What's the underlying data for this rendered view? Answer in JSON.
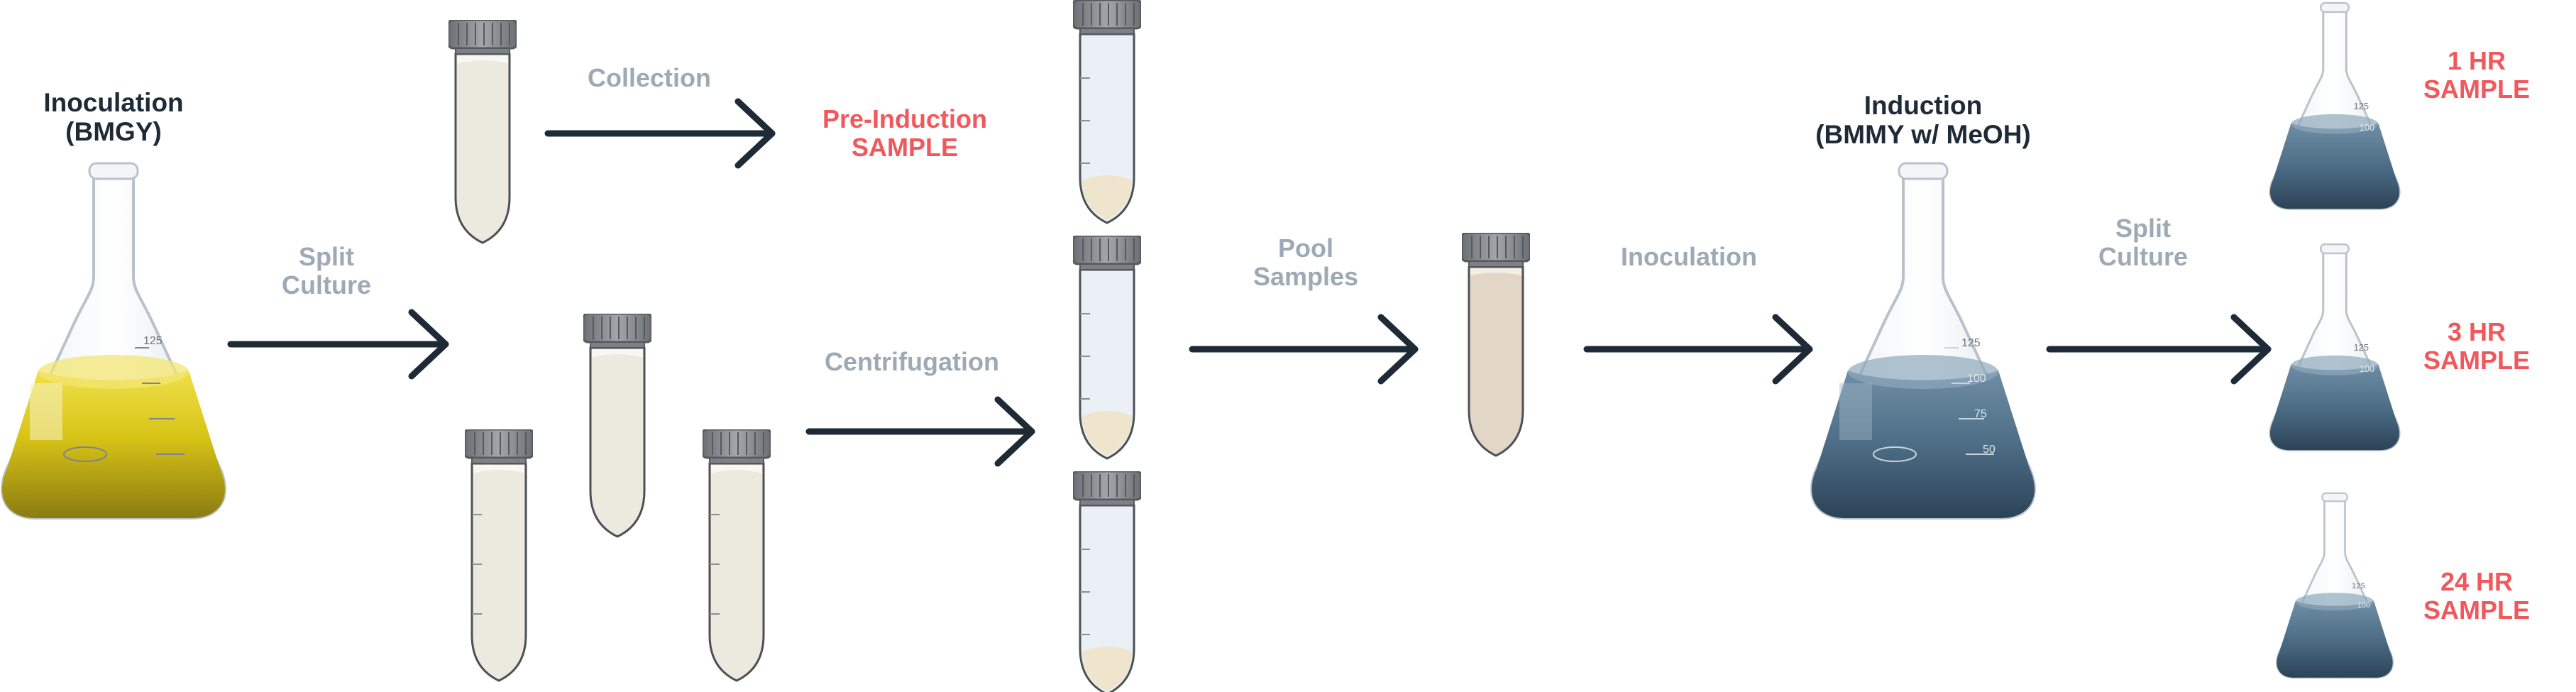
{
  "labels": {
    "inoculation_bmgy": "Inoculation\n(BMGY)",
    "split_culture_1": "Split\nCulture",
    "collection": "Collection",
    "pre_induction_sample": "Pre-Induction\nSAMPLE",
    "centrifugation": "Centrifugation",
    "pool_samples": "Pool\nSamples",
    "inoculation_2": "Inoculation",
    "induction": "Induction\n(BMMY w/ MeOH)",
    "split_culture_2": "Split\nCulture",
    "sample_1hr": "1 HR\nSAMPLE",
    "sample_3hr": "3 HR\nSAMPLE",
    "sample_24hr": "24 HR\nSAMPLE"
  },
  "flask_markings": {
    "large_top": "125",
    "large_mid": "100",
    "large_low": "75",
    "large_bottom": "50",
    "small_top": "125",
    "small_mid": "100"
  },
  "colors": {
    "label_dark": "#1e2a36",
    "label_gray": "#9daab5",
    "label_red": "#f0585c",
    "arrow": "#1e2a36",
    "bmgy_culture": "#d4c213",
    "bmmy_culture": "#4d6d86",
    "tube_cream": "#ece9df",
    "tube_empty": "#eaf0f6",
    "pellet": "#efe4cc",
    "pooled": "#e2d7c7",
    "cap": "#8c9094"
  },
  "icons": [
    "erlenmeyer-flask-icon",
    "centrifuge-tube-icon",
    "arrow-right-icon"
  ]
}
